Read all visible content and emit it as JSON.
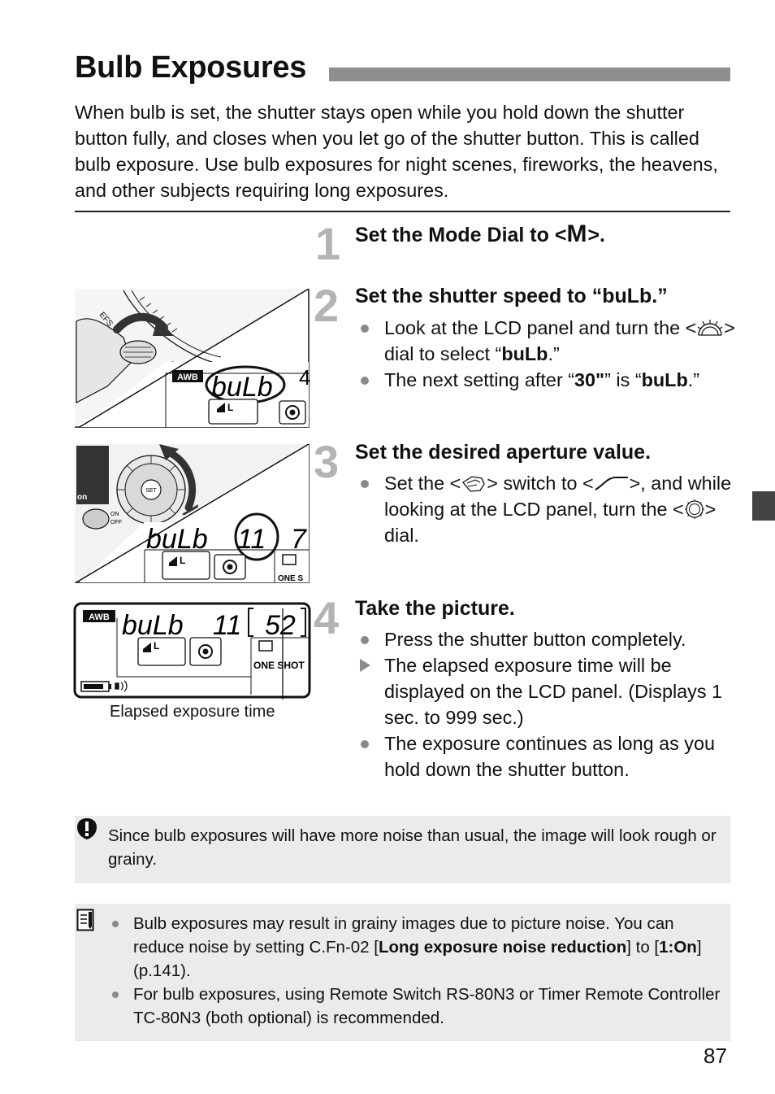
{
  "title": "Bulb Exposures",
  "intro": "When bulb is set, the shutter stays open while you hold down the shutter button fully, and closes when you let go of the shutter button. This is called bulb exposure. Use bulb exposures for night scenes, fireworks, the heavens, and other subjects requiring long exposures.",
  "steps": [
    {
      "num": "1",
      "heading_pre": "Set the Mode Dial to <",
      "heading_mode": "M",
      "heading_post": ">."
    },
    {
      "num": "2",
      "heading": "Set the shutter speed to “buLb.”",
      "b1_a": "Look at the LCD panel and turn the <",
      "b1_b": "> dial to select “",
      "b1_bold": "buLb",
      "b1_c": ".”",
      "b2_a": "The next setting after “",
      "b2_bold1": "30\"",
      "b2_b": "” is “",
      "b2_bold2": "buLb",
      "b2_c": ".”"
    },
    {
      "num": "3",
      "heading": "Set the desired aperture value.",
      "b1_a": "Set the <",
      "b1_b": "> switch to <",
      "b1_c": ">, and while looking at the LCD panel, turn the <",
      "b1_d": "> dial."
    },
    {
      "num": "4",
      "heading": "Take the picture.",
      "b1": "Press the shutter button completely.",
      "b2": "The elapsed exposure time will be displayed on the LCD panel. (Displays 1 sec. to 999 sec.)",
      "b3": "The exposure continues as long as you hold down the shutter button."
    }
  ],
  "illustrations": {
    "lcd_awb": "AWB",
    "lcd_bulb": "buLb",
    "lcd_aperture": "11",
    "lcd_elapsed": "52",
    "lcd_quality": "L",
    "lcd_af_mode": "ONE SHOT",
    "cam1_lens_label": "EFS",
    "cam2_on": "ON",
    "cam2_off": "OFF",
    "cam2_set": "SET",
    "cam2_side": "on",
    "cam2_af_mode": "ONE S"
  },
  "caption": "Elapsed exposure time",
  "caution": "Since bulb exposures will have more noise than usual, the image will look rough or grainy.",
  "notes": {
    "n1_a": "Bulb exposures may result in grainy images due to picture noise.  You can reduce noise by setting C.Fn-02 [",
    "n1_bold1": "Long exposure noise reduction",
    "n1_b": "] to [",
    "n1_bold2": "1:On",
    "n1_c": "] (p.141).",
    "n2": "For bulb exposures, using Remote Switch RS-80N3 or Timer Remote Controller TC-80N3 (both optional) is recommended."
  },
  "page_number": "87"
}
